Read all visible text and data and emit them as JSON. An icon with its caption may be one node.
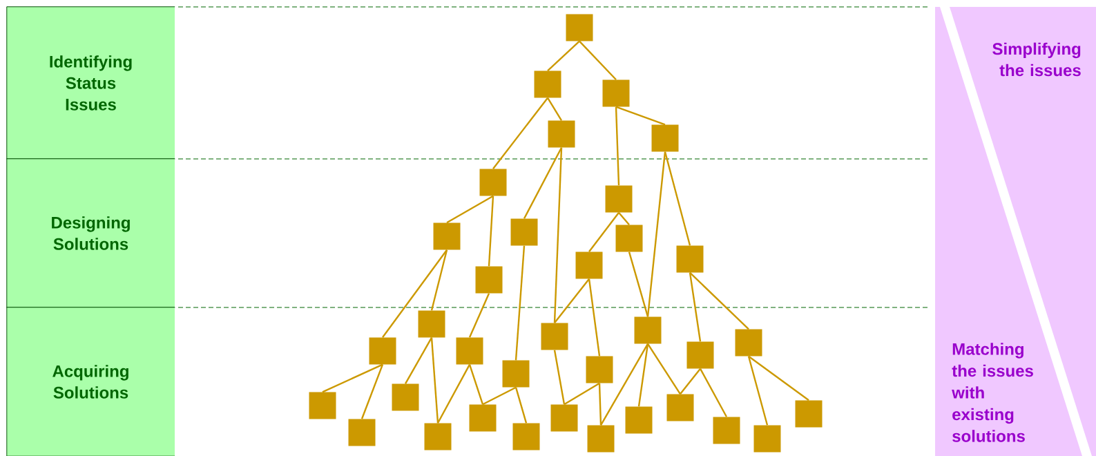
{
  "diagram": {
    "nodes": [
      {
        "text": [
          "Identifying Status Issues"
        ]
      },
      {
        "text": [
          "Designing Solutions"
        ]
      },
      {
        "text": [
          "Acquiring Solutions"
        ]
      },
      {
        "text": [
          "Simplifying the issues"
        ]
      },
      {
        "text": [
          "Matching the issues with existing solutions"
        ]
      },
      {
        "text": [],
        "shape": "box"
      },
      {
        "text": [],
        "shape": "box"
      },
      {
        "text": [],
        "shape": "box"
      },
      {
        "text": [],
        "shape": "box"
      },
      {
        "text": [],
        "shape": "box"
      },
      {
        "text": [],
        "shape": "box"
      },
      {
        "text": [],
        "shape": "box"
      },
      {
        "text": [],
        "shape": "box"
      },
      {
        "text": [],
        "shape": "box"
      },
      {
        "text": [],
        "shape": "box"
      },
      {
        "text": [],
        "shape": "box"
      },
      {
        "text": [],
        "shape": "box"
      },
      {
        "text": [],
        "shape": "box"
      },
      {
        "text": [],
        "shape": "box"
      },
      {
        "text": [],
        "shape": "box"
      },
      {
        "text": [],
        "shape": "box"
      },
      {
        "text": [],
        "shape": "box"
      },
      {
        "text": [],
        "shape": "box"
      },
      {
        "text": [],
        "shape": "box"
      },
      {
        "text": [],
        "shape": "box"
      },
      {
        "text": [],
        "shape": "box"
      },
      {
        "text": [],
        "shape": "box"
      },
      {
        "text": [],
        "shape": "box"
      },
      {
        "text": [],
        "shape": "box"
      },
      {
        "text": [],
        "shape": "box"
      },
      {
        "text": [],
        "shape": "box"
      },
      {
        "text": [],
        "shape": "box"
      },
      {
        "text": [],
        "shape": "box"
      },
      {
        "text": [],
        "shape": "box"
      },
      {
        "text": [],
        "shape": "box"
      },
      {
        "text": [],
        "shape": "box"
      },
      {
        "text": [],
        "shape": "box"
      },
      {
        "text": [],
        "shape": "box"
      },
      {
        "text": [],
        "shape": "box"
      },
      {
        "text": [],
        "shape": "box"
      }
    ],
    "edges": [
      {
        "from": 5,
        "to": 6,
        "arrow": "none"
      },
      {
        "from": 5,
        "to": 7,
        "arrow": "none"
      },
      {
        "from": 6,
        "to": 8,
        "arrow": "none"
      },
      {
        "from": 6,
        "to": 10,
        "arrow": "none"
      },
      {
        "from": 7,
        "to": 11,
        "arrow": "none"
      },
      {
        "from": 7,
        "to": 9,
        "arrow": "none"
      },
      {
        "from": 8,
        "to": 12,
        "arrow": "none"
      },
      {
        "from": 8,
        "to": 20,
        "arrow": "none"
      },
      {
        "from": 10,
        "to": 13,
        "arrow": "none"
      },
      {
        "from": 10,
        "to": 17,
        "arrow": "none"
      },
      {
        "from": 11,
        "to": 16,
        "arrow": "none"
      },
      {
        "from": 11,
        "to": 14,
        "arrow": "none"
      },
      {
        "from": 9,
        "to": 19,
        "arrow": "none"
      },
      {
        "from": 9,
        "to": 15,
        "arrow": "none"
      },
      {
        "from": 13,
        "to": 22,
        "arrow": "none"
      },
      {
        "from": 13,
        "to": 18,
        "arrow": "none"
      },
      {
        "from": 17,
        "to": 23,
        "arrow": "none"
      },
      {
        "from": 12,
        "to": 26,
        "arrow": "none"
      },
      {
        "from": 16,
        "to": 20,
        "arrow": "none"
      },
      {
        "from": 16,
        "to": 25,
        "arrow": "none"
      },
      {
        "from": 14,
        "to": 19,
        "arrow": "none"
      },
      {
        "from": 15,
        "to": 24,
        "arrow": "none"
      },
      {
        "from": 15,
        "to": 21,
        "arrow": "none"
      },
      {
        "from": 22,
        "to": 28,
        "arrow": "none"
      },
      {
        "from": 22,
        "to": 35,
        "arrow": "none"
      },
      {
        "from": 18,
        "to": 27,
        "arrow": "none"
      },
      {
        "from": 18,
        "to": 36,
        "arrow": "none"
      },
      {
        "from": 23,
        "to": 36,
        "arrow": "none"
      },
      {
        "from": 23,
        "to": 31,
        "arrow": "none"
      },
      {
        "from": 26,
        "to": 31,
        "arrow": "none"
      },
      {
        "from": 26,
        "to": 37,
        "arrow": "none"
      },
      {
        "from": 20,
        "to": 32,
        "arrow": "none"
      },
      {
        "from": 25,
        "to": 32,
        "arrow": "none"
      },
      {
        "from": 25,
        "to": 38,
        "arrow": "none"
      },
      {
        "from": 19,
        "to": 38,
        "arrow": "none"
      },
      {
        "from": 19,
        "to": 33,
        "arrow": "none"
      },
      {
        "from": 19,
        "to": 29,
        "arrow": "none"
      },
      {
        "from": 24,
        "to": 29,
        "arrow": "none"
      },
      {
        "from": 24,
        "to": 34,
        "arrow": "none"
      },
      {
        "from": 21,
        "to": 39,
        "arrow": "none"
      },
      {
        "from": 21,
        "to": 30,
        "arrow": "none"
      }
    ]
  }
}
